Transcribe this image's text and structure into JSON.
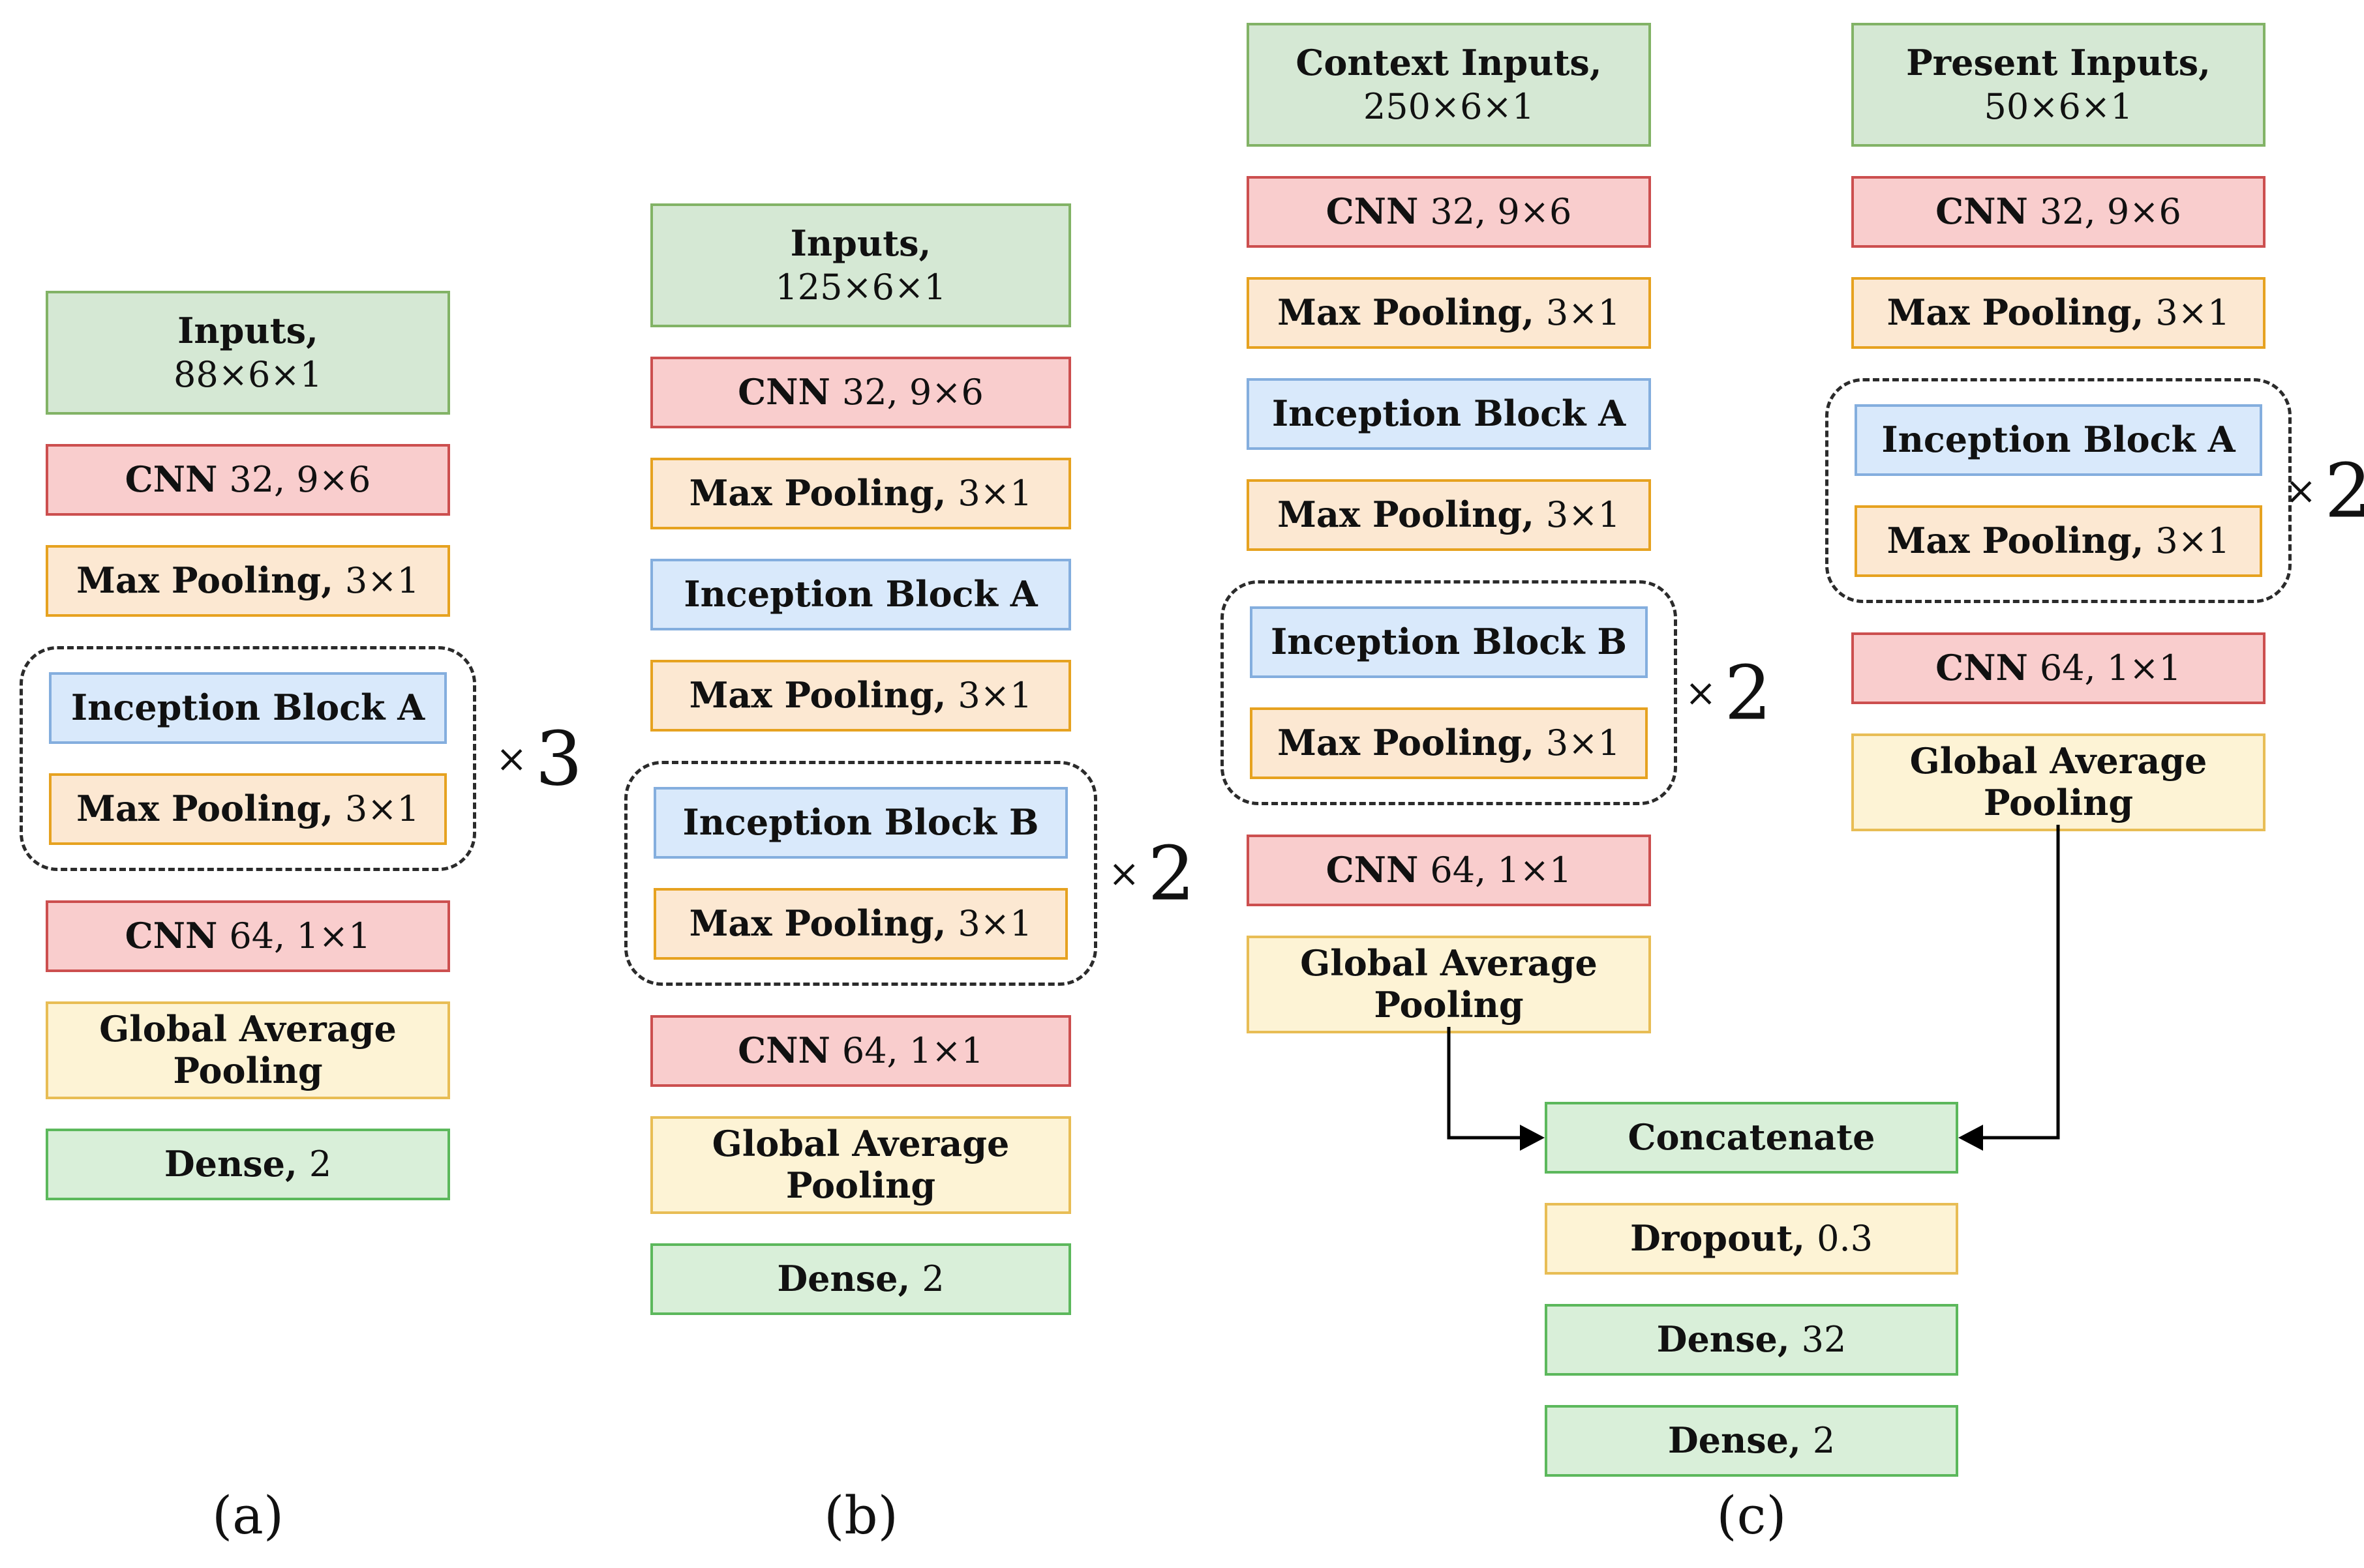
{
  "palette": {
    "green_fill": "#d5e8d4",
    "green_stroke": "#82b366",
    "green2_fill": "#d9efd9",
    "green2_stroke": "#5cb85c",
    "red_fill": "#f9cdcd",
    "red_stroke": "#cc4f4f",
    "orange_fill": "#fce8d2",
    "orange_stroke": "#e6a220",
    "blue_fill": "#d9e9fb",
    "blue_stroke": "#84aede",
    "yellow_fill": "#fdf3d5",
    "yellow_stroke": "#e8bd55",
    "dashed_stroke": "#2b2b2b",
    "arrow_color": "#000000"
  },
  "captions": {
    "a": "(a)",
    "b": "(b)",
    "c": "(c)"
  },
  "col_a": {
    "repeat_sign": "×",
    "repeat_num": "3",
    "boxes": [
      {
        "bold": "Inputs,",
        "plain": "88×6×1"
      },
      {
        "bold": "CNN",
        "plain": "32, 9×6"
      },
      {
        "bold": "Max Pooling,",
        "plain": "3×1"
      },
      {
        "bold": "Inception Block A"
      },
      {
        "bold": "Max Pooling,",
        "plain": "3×1"
      },
      {
        "bold": "CNN",
        "plain": "64, 1×1"
      },
      {
        "bold": "Global Average Pooling"
      },
      {
        "bold": "Dense,",
        "plain": "2"
      }
    ]
  },
  "col_b": {
    "repeat_sign": "×",
    "repeat_num": "2",
    "boxes": [
      {
        "bold": "Inputs,",
        "plain": "125×6×1"
      },
      {
        "bold": "CNN",
        "plain": "32, 9×6"
      },
      {
        "bold": "Max Pooling,",
        "plain": "3×1"
      },
      {
        "bold": "Inception Block A"
      },
      {
        "bold": "Max Pooling,",
        "plain": "3×1"
      },
      {
        "bold": "Inception Block B"
      },
      {
        "bold": "Max Pooling,",
        "plain": "3×1"
      },
      {
        "bold": "CNN",
        "plain": "64, 1×1"
      },
      {
        "bold": "Global Average Pooling"
      },
      {
        "bold": "Dense,",
        "plain": "2"
      }
    ]
  },
  "col_c_context": {
    "repeat_sign": "×",
    "repeat_num": "2",
    "boxes": [
      {
        "bold": "Context Inputs,",
        "plain": "250×6×1"
      },
      {
        "bold": "CNN",
        "plain": "32, 9×6"
      },
      {
        "bold": "Max Pooling,",
        "plain": "3×1"
      },
      {
        "bold": "Inception Block A"
      },
      {
        "bold": "Max Pooling,",
        "plain": "3×1"
      },
      {
        "bold": "Inception Block B"
      },
      {
        "bold": "Max Pooling,",
        "plain": "3×1"
      },
      {
        "bold": "CNN",
        "plain": "64, 1×1"
      },
      {
        "bold": "Global Average Pooling"
      }
    ]
  },
  "col_c_present": {
    "repeat_sign": "×",
    "repeat_num": "2",
    "boxes": [
      {
        "bold": "Present Inputs,",
        "plain": "50×6×1"
      },
      {
        "bold": "CNN",
        "plain": "32, 9×6"
      },
      {
        "bold": "Max Pooling,",
        "plain": "3×1"
      },
      {
        "bold": "Inception Block A"
      },
      {
        "bold": "Max Pooling,",
        "plain": "3×1"
      },
      {
        "bold": "CNN",
        "plain": "64, 1×1"
      },
      {
        "bold": "Global Average Pooling"
      }
    ]
  },
  "col_c_merge": {
    "boxes": [
      {
        "bold": "Concatenate"
      },
      {
        "bold": "Dropout,",
        "plain": "0.3"
      },
      {
        "bold": "Dense,",
        "plain": "32"
      },
      {
        "bold": "Dense,",
        "plain": "2"
      }
    ]
  }
}
